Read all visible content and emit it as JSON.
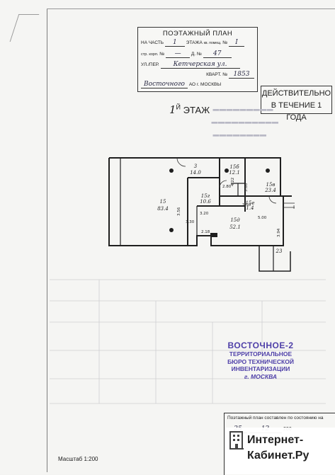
{
  "header_box": {
    "title": "ПОЭТАЖНЫЙ ПЛАН",
    "na_chast": "НА ЧАСТЬ",
    "part_value": "1",
    "etazha": "ЭТАЖА",
    "kv_pomeshch": "кв. помещ.",
    "no_label": "№",
    "room_no": "I",
    "str_korp": "стр. корп.",
    "korp_value": "—",
    "d_label": "Д. №",
    "house_no": "47",
    "street_label": "УЛ./ПЕР.",
    "street_value": "Кетчерская ул.",
    "kvart_label": "КВАРТ. №",
    "kvart_value": "1853",
    "ao_value": "Восточного",
    "ao_label": "АО г. МОСКВЫ"
  },
  "validity_box": {
    "line1": "ДЕЙСТВИТЕЛЬНО",
    "line2": "В ТЕЧЕНИЕ 1 ГОДА"
  },
  "floor_label": {
    "number": "1",
    "suffix": "Й",
    "word": "ЭТАЖ"
  },
  "plan": {
    "rooms": [
      {
        "id": "15",
        "area": "83.4"
      },
      {
        "id": "3",
        "area": "14.0"
      },
      {
        "id": "15б",
        "area": "12.1"
      },
      {
        "id": "15в",
        "area": "23.4"
      },
      {
        "id": "15г",
        "area": "10.6"
      },
      {
        "id": "15д",
        "area": "52.1"
      },
      {
        "id": "15е",
        "area": "1.4"
      },
      {
        "id": "23",
        "area": ""
      }
    ],
    "dimensions": [
      "3.56",
      "3.20",
      "3.30",
      "2.18",
      "2.80",
      "4.22",
      "3.88",
      "5.00",
      "3.94",
      "1.50"
    ],
    "axis_label": "I"
  },
  "stamp": {
    "line1": "ВОСТОЧНОЕ-2",
    "line2": "ТЕРРИТОРИАЛЬНОЕ",
    "line3": "БЮРО ТЕХНИЧЕСКОЙ",
    "line4": "ИНВЕНТАРИЗАЦИИ",
    "line5": "г. МОСКВА"
  },
  "compiled_box": {
    "text": "Поэтажный план составлен по состоянию на",
    "day": "25",
    "month": "12",
    "year_prefix": "200"
  },
  "scale": "Масштаб 1:200",
  "watermark": {
    "line1": "Интернет-",
    "line2": "Кабинет.Ру"
  },
  "colors": {
    "stamp": "#4e3fa8",
    "ink": "#1c1c1c",
    "paper": "#f5f5f3"
  }
}
